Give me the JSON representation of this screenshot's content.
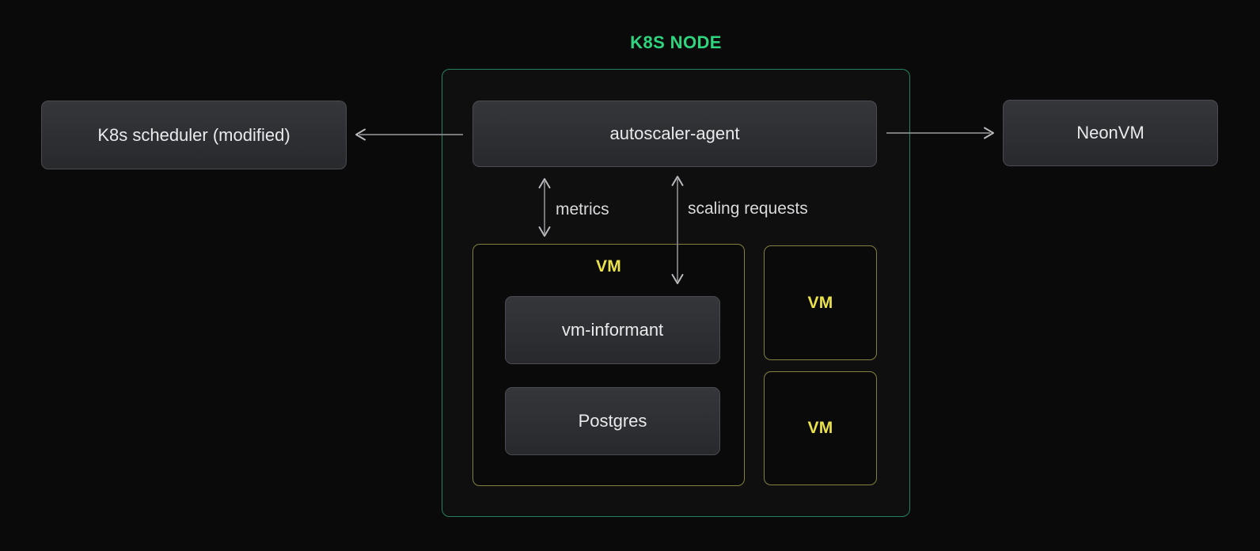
{
  "title": "K8S NODE",
  "colors": {
    "background": "#0a0a0b",
    "green_accent": "#2ed47e",
    "green_border": "#27815c",
    "yellow_accent": "#ebe24a",
    "yellow_border": "#84803f",
    "arrow_line": "#88898c",
    "arrow_head": "#b9babd",
    "box_fill_top": "#34363a",
    "box_fill_bottom": "#27292c",
    "box_border": "#4a4c51",
    "box_text": "#e9eaeb",
    "edge_label_text": "#d9dadb"
  },
  "nodes": {
    "scheduler": {
      "label": "K8s scheduler (modified)"
    },
    "autoscaler": {
      "label": "autoscaler-agent"
    },
    "neonvm": {
      "label": "NeonVM"
    },
    "vm_main": {
      "label": "VM"
    },
    "vm_informant": {
      "label": "vm-informant"
    },
    "postgres": {
      "label": "Postgres"
    },
    "vm_small_1": {
      "label": "VM"
    },
    "vm_small_2": {
      "label": "VM"
    }
  },
  "edges": {
    "metrics": {
      "label": "metrics",
      "style": "double-headed-vertical"
    },
    "scaling_requests": {
      "label": "scaling requests",
      "style": "double-headed-vertical"
    },
    "to_scheduler": {
      "label": "",
      "style": "left-arrow"
    },
    "to_neonvm": {
      "label": "",
      "style": "right-arrow"
    }
  }
}
